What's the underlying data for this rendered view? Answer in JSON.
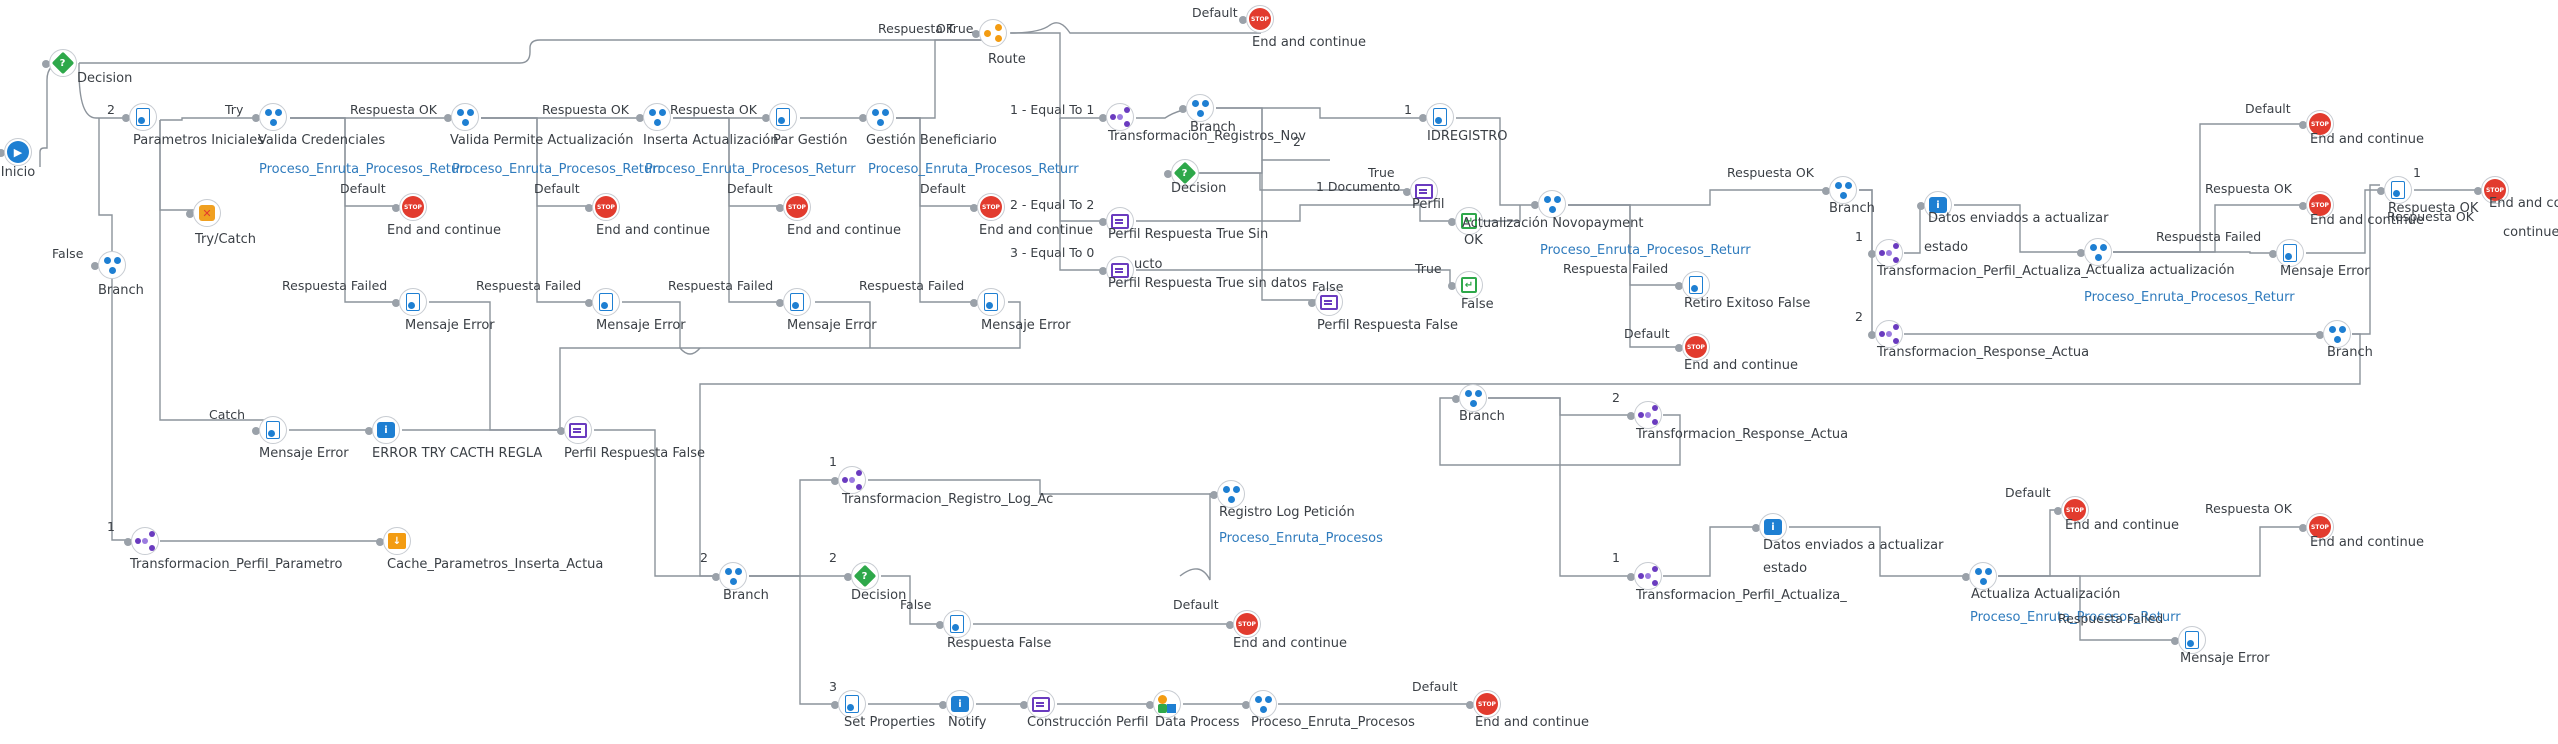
{
  "nodes": {
    "inicio": "Inicio",
    "decision1": "Decision",
    "route": "Route",
    "end_top": "End and continue",
    "params": "Parametros Iniciales",
    "trycatch": "Try/Catch",
    "valida_cred": "Valida Credenciales",
    "valida_cred_sub": "Proceso_Enruta_Procesos_Returr",
    "end_vc": "End and continue",
    "msg_vc": "Mensaje Error",
    "valida_permite": "Valida Permite Actualización",
    "valida_permite_sub": "Proceso_Enruta_Procesos_Returr",
    "end_vp": "End and continue",
    "msg_vp": "Mensaje Error",
    "inserta": "Inserta Actualización",
    "inserta_sub": "Proceso_Enruta_Procesos_Returr",
    "end_ins": "End and continue",
    "msg_ins": "Mensaje Error",
    "par_gestion": "Par Gestión",
    "gestion_benef": "Gestión Beneficiario",
    "gestion_benef_sub": "Proceso_Enruta_Procesos_Returr",
    "end_gb": "End and continue",
    "msg_gb": "Mensaje Error",
    "branch_left": "Branch",
    "msg_catch": "Mensaje Error",
    "error_try": "ERROR TRY CACTH REGLA",
    "perfil_false_mid": "Perfil Respuesta False",
    "transf_perfil_param": "Transformacion_Perfil_Parametro",
    "cache_param": "Cache_Parametros_Inserta_Actua",
    "transf_registros_nov": "Transformacion_Registros_Nov",
    "branch_mid": "Branch",
    "decision2": "Decision",
    "perfil_true_sin": "Perfil Respuesta True Sin",
    "perfil_true_sin2": "ucto",
    "perfil_true_sin_datos": "Perfil Respuesta True sin datos",
    "perfil_node": "Perfil",
    "perfil_false_right": "Perfil Respuesta False",
    "idregistro": "IDREGISTRO",
    "ok_node": "OK",
    "false_node": "False",
    "actualizacion_nov": "Actualización Novopayment",
    "actualizacion_nov_sub": "Proceso_Enruta_Procesos_Returr",
    "retiro_false": "Retiro Exitoso False",
    "end_act": "End and continue",
    "branch_nov": "Branch",
    "datos_env1": "Datos enviados a actualizar",
    "datos_env1b": "estado",
    "transf_perfil_act1": "Transformacion_Perfil_Actualiza_",
    "actualiza_act1": "Actualiza actualización",
    "actualiza_act1_sub": "Proceso_Enruta_Procesos_Returr",
    "end_aa1": "End and continue",
    "end_aa1b": "End and continue",
    "msg_aa1": "Mensaje Error",
    "resp_ok_node": "Respuesta OK",
    "end_far": "End and continue",
    "end_far2": "continue",
    "transf_response1": "Transformacion_Response_Actua",
    "branch_far": "Branch",
    "branch_low": "Branch",
    "transf_response2": "Transformacion_Response_Actua",
    "transf_perfil_act2": "Transformacion_Perfil_Actualiza_",
    "datos_env2": "Datos enviados a actualizar",
    "datos_env2b": "estado",
    "actualiza_act2": "Actualiza Actualización",
    "actualiza_act2_sub": "Proceso_Enruta_Procesos_Returr",
    "end_aa2": "End and continue",
    "end_aa2b": "End and continue",
    "msg_aa2": "Mensaje Error",
    "transf_registro_log": "Transformacion_Registro_Log_Ac",
    "registro_log": "Registro Log Petición",
    "registro_log_sub": "Proceso_Enruta_Procesos",
    "branch_bottom": "Branch",
    "decision3": "Decision",
    "resp_false": "Respuesta False",
    "end_bottom": "End and continue",
    "set_props": "Set Properties",
    "notify": "Notify",
    "construccion": "Construcción Perfil",
    "data_process": "Data Process",
    "proc_enruta": "Proceso_Enruta_Procesos",
    "end_last": "End and continue"
  },
  "edge_labels": {
    "respuesta_true": "Respuesta True",
    "ok_top": "OK",
    "default_top": "Default",
    "false_left": "False",
    "two_left": "2",
    "try": "Try",
    "catch": "Catch",
    "one_left": "1",
    "resp_ok_1": "Respuesta OK",
    "resp_ok_2": "Respuesta OK",
    "resp_ok_3": "Respuesta OK",
    "default_1": "Default",
    "default_2": "Default",
    "default_3": "Default",
    "default_4": "Default",
    "resp_failed_1": "Respuesta Failed",
    "resp_failed_2": "Respuesta Failed",
    "resp_failed_3": "Respuesta Failed",
    "resp_failed_4": "Respuesta Failed",
    "equal1": "1 - Equal To 1",
    "equal2": "2 - Equal To 2",
    "equal0": "3 - Equal To 0",
    "b1": "1",
    "b2": "2",
    "true1": "True",
    "documento": "1 Documento",
    "false_mid": "False",
    "true_mid": "True",
    "resp_ok_nov": "Respuesta OK",
    "resp_failed_nov": "Respuesta Failed",
    "default_nov": "Default",
    "one_nov": "1",
    "two_nov": "2",
    "resp_failed_aa1": "Respuesta Failed",
    "resp_ok_aa1": "Respuesta OK",
    "default_aa1": "Default",
    "one_far": "1",
    "resp_ok_far": "Respuesta OK",
    "two_low": "2",
    "one_low": "1",
    "default_aa2": "Default",
    "resp_ok_aa2": "Respuesta OK",
    "resp_failed_aa2": "Respuesta Failed",
    "one_bot": "1",
    "two_bot": "2",
    "three_bot": "3",
    "two_bb": "2",
    "false_bot": "False",
    "default_bot": "Default",
    "default_last": "Default"
  },
  "colors": {
    "edge": "#8c939b",
    "accent_blue": "#1e7fd2",
    "stop_red": "#e23b2e",
    "decision_green": "#2ea84a",
    "transform_purple": "#6a3bbf",
    "route_orange": "#f39c12",
    "link_text": "#2f7bbd"
  }
}
